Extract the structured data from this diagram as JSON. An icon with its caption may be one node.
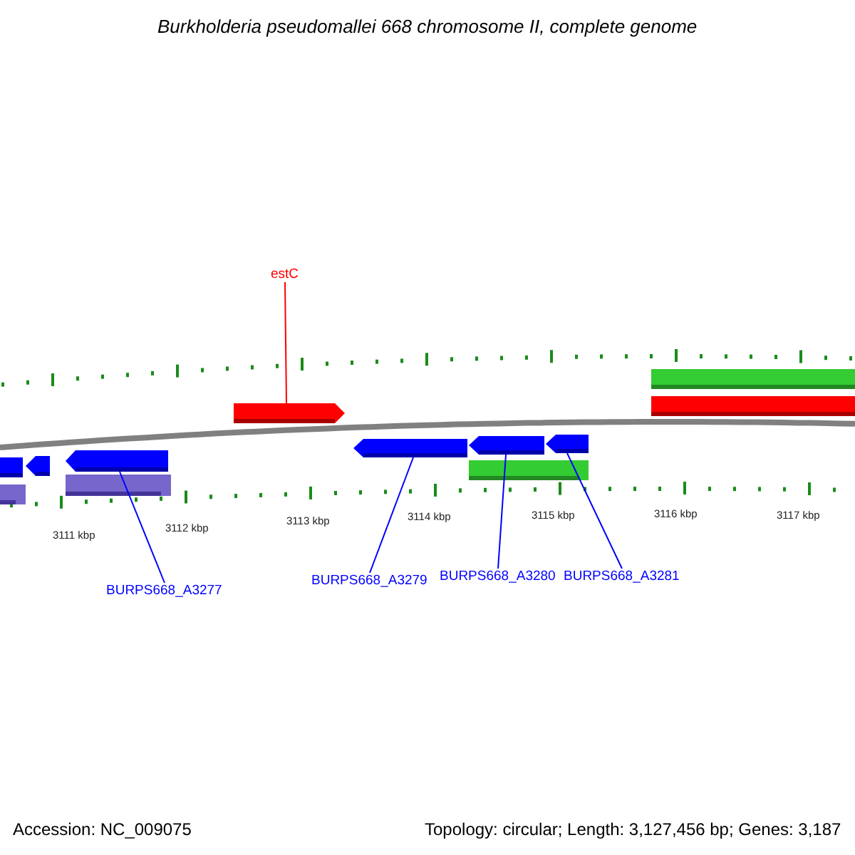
{
  "diagram": {
    "title": "Burkholderia pseudomallei 668 chromosome II, complete genome",
    "nodes": [
      {
        "text": [
          "estC"
        ]
      },
      {
        "text": [],
        "shape": "pentagon"
      },
      {
        "text": [
          "BURPS668_A3277"
        ]
      },
      {
        "text": [],
        "shape": "pentagon"
      },
      {
        "text": [
          "BURPS668_A3279"
        ]
      },
      {
        "text": [],
        "shape": "pentagon"
      },
      {
        "text": [
          "BURPS668_A3280"
        ]
      },
      {
        "text": [],
        "shape": "pentagon"
      },
      {
        "text": [
          "BURPS668_A3281"
        ]
      },
      {
        "text": [],
        "shape": "pentagon"
      }
    ],
    "edges": [
      {
        "from": 0,
        "to": 1,
        "arrow": "none",
        "color": "#ff0000"
      },
      {
        "from": 2,
        "to": 3,
        "arrow": "none"
      },
      {
        "from": 4,
        "to": 5,
        "arrow": "none"
      },
      {
        "from": 6,
        "to": 7,
        "arrow": "none"
      },
      {
        "from": 8,
        "to": 9,
        "arrow": "none"
      }
    ],
    "labels": [
      "3111 kbp",
      "3112 kbp",
      "3113 kbp",
      "3114 kbp",
      "3115 kbp",
      "3116 kbp",
      "3117 kbp",
      "Accession: NC_009075",
      "Topology: circular; Length: 3,127,456 bp; Genes: 3,187"
    ]
  }
}
